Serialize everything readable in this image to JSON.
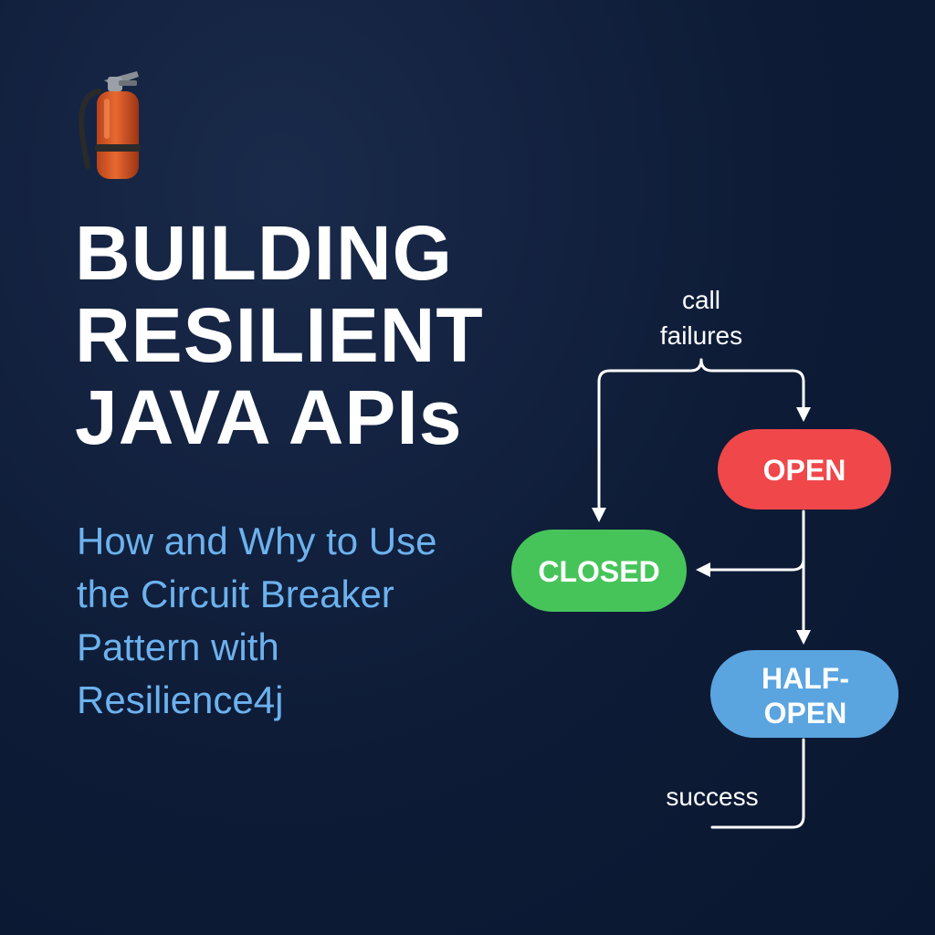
{
  "header": {
    "icon": "fire-extinguisher-icon",
    "title_lines": [
      "BUILDING",
      "RESILIENT",
      "JAVA APIs"
    ],
    "subtitle_lines": [
      "How and Why to Use",
      "the Circuit Breaker",
      "Pattern with",
      "Resilience4j"
    ]
  },
  "diagram": {
    "states": {
      "open": "OPEN",
      "closed": "CLOSED",
      "half_open_line1": "HALF-",
      "half_open_line2": "OPEN"
    },
    "edges": {
      "failures_line1": "call",
      "failures_line2": "failures",
      "success": "success"
    }
  },
  "colors": {
    "background": "#0d1b36",
    "title": "#ffffff",
    "subtitle": "#6cb2ee",
    "open_state": "#f0474a",
    "closed_state": "#46c45a",
    "half_open_state": "#5aa4e0"
  }
}
